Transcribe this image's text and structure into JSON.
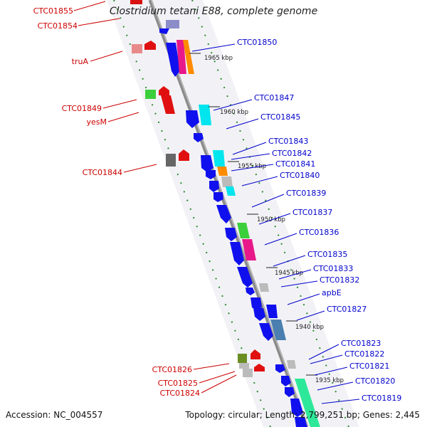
{
  "title": "Clostridium tetani E88, complete genome",
  "footer": {
    "accession": "Accession: NC_004557",
    "summary": "Topology: circular; Length: 2,799,251 bp; Genes: 2,445"
  },
  "kbp_marks": [
    "1965 kbp",
    "1960 kbp",
    "1955 kbp",
    "1950 kbp",
    "1945 kbp",
    "1940 kbp",
    "1935 kbp"
  ],
  "left_labels": [
    "CTC01855",
    "CTC01854",
    "truA",
    "CTC01849",
    "yesM",
    "CTC01844",
    "CTC01826",
    "CTC01825",
    "CTC01824"
  ],
  "right_labels": [
    "CTC01850",
    "CTC01847",
    "CTC01845",
    "CTC01843",
    "CTC01842",
    "CTC01841",
    "CTC01840",
    "CTC01839",
    "CTC01837",
    "CTC01836",
    "CTC01835",
    "CTC01833",
    "CTC01832",
    "apbE",
    "CTC01827",
    "CTC01823",
    "CTC01822",
    "CTC01821",
    "CTC01820",
    "CTC01819"
  ],
  "colors": {
    "left_label": "#cc0000",
    "right_label": "#0000cc",
    "backbone": "#999999",
    "tick": "#228b22"
  }
}
